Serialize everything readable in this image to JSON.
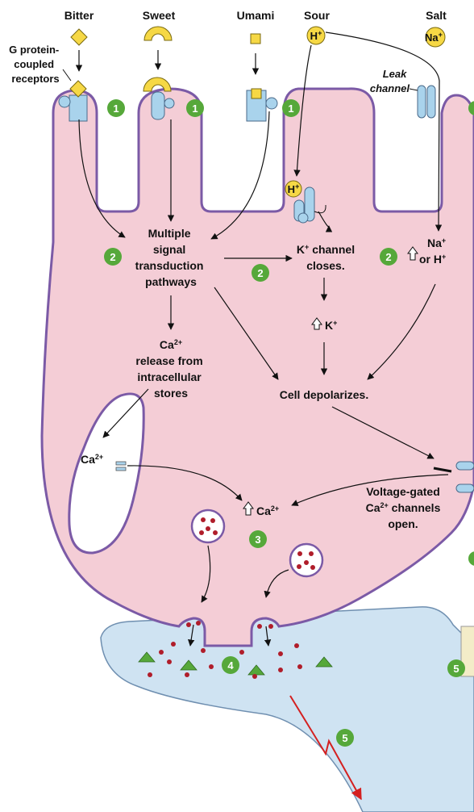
{
  "tastes": {
    "bitter": "Bitter",
    "sweet": "Sweet",
    "umami": "Umami",
    "sour": "Sour",
    "salt": "Salt"
  },
  "receptor_label": [
    "G protein-",
    "coupled",
    "receptors"
  ],
  "leak_channel_label": [
    "Leak",
    "channel"
  ],
  "ions": {
    "h": "H",
    "plus": "+",
    "na": "Na",
    "k": "K",
    "ca": "Ca",
    "two_plus": "2+"
  },
  "pathway_label": [
    "Multiple",
    "signal",
    "transduction",
    "pathways"
  ],
  "k_closes": [
    "channel",
    "closes."
  ],
  "na_or_h": {
    "or_h": "or H"
  },
  "ca_release": [
    "release from",
    "intracellular",
    "stores"
  ],
  "depolarize": "Cell depolarizes.",
  "vgcc": [
    "Voltage-gated",
    "channels",
    "open."
  ],
  "steps": {
    "s1": "1",
    "s2": "2",
    "s3": "3",
    "s4": "4",
    "s5": "5"
  },
  "colors": {
    "cell_fill": "#f4cdd6",
    "membrane": "#7b5aa6",
    "neuron_fill": "#cfe3f2",
    "receptor": "#a9d3ec",
    "ligand_yellow": "#f6d845",
    "step_green": "#56a83a",
    "vesicle_dot": "#b01d2a",
    "signal_red": "#d42020"
  }
}
